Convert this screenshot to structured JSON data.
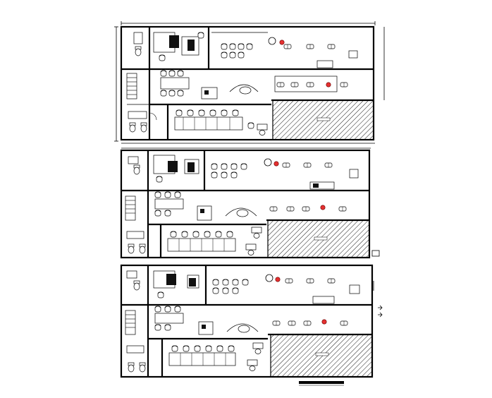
{
  "drawing": {
    "floors": [
      {
        "id": "level-1",
        "marker_color": "#e53030"
      },
      {
        "id": "level-2",
        "marker_color": "#e53030"
      },
      {
        "id": "level-3",
        "marker_color": "#e53030"
      }
    ],
    "icons": {
      "north": "north-arrow-icon",
      "section": "section-marker-icon",
      "scale": "scale-bar-icon"
    },
    "colors": {
      "line": "#000000",
      "background": "#ffffff",
      "highlight": "#e53030"
    }
  }
}
